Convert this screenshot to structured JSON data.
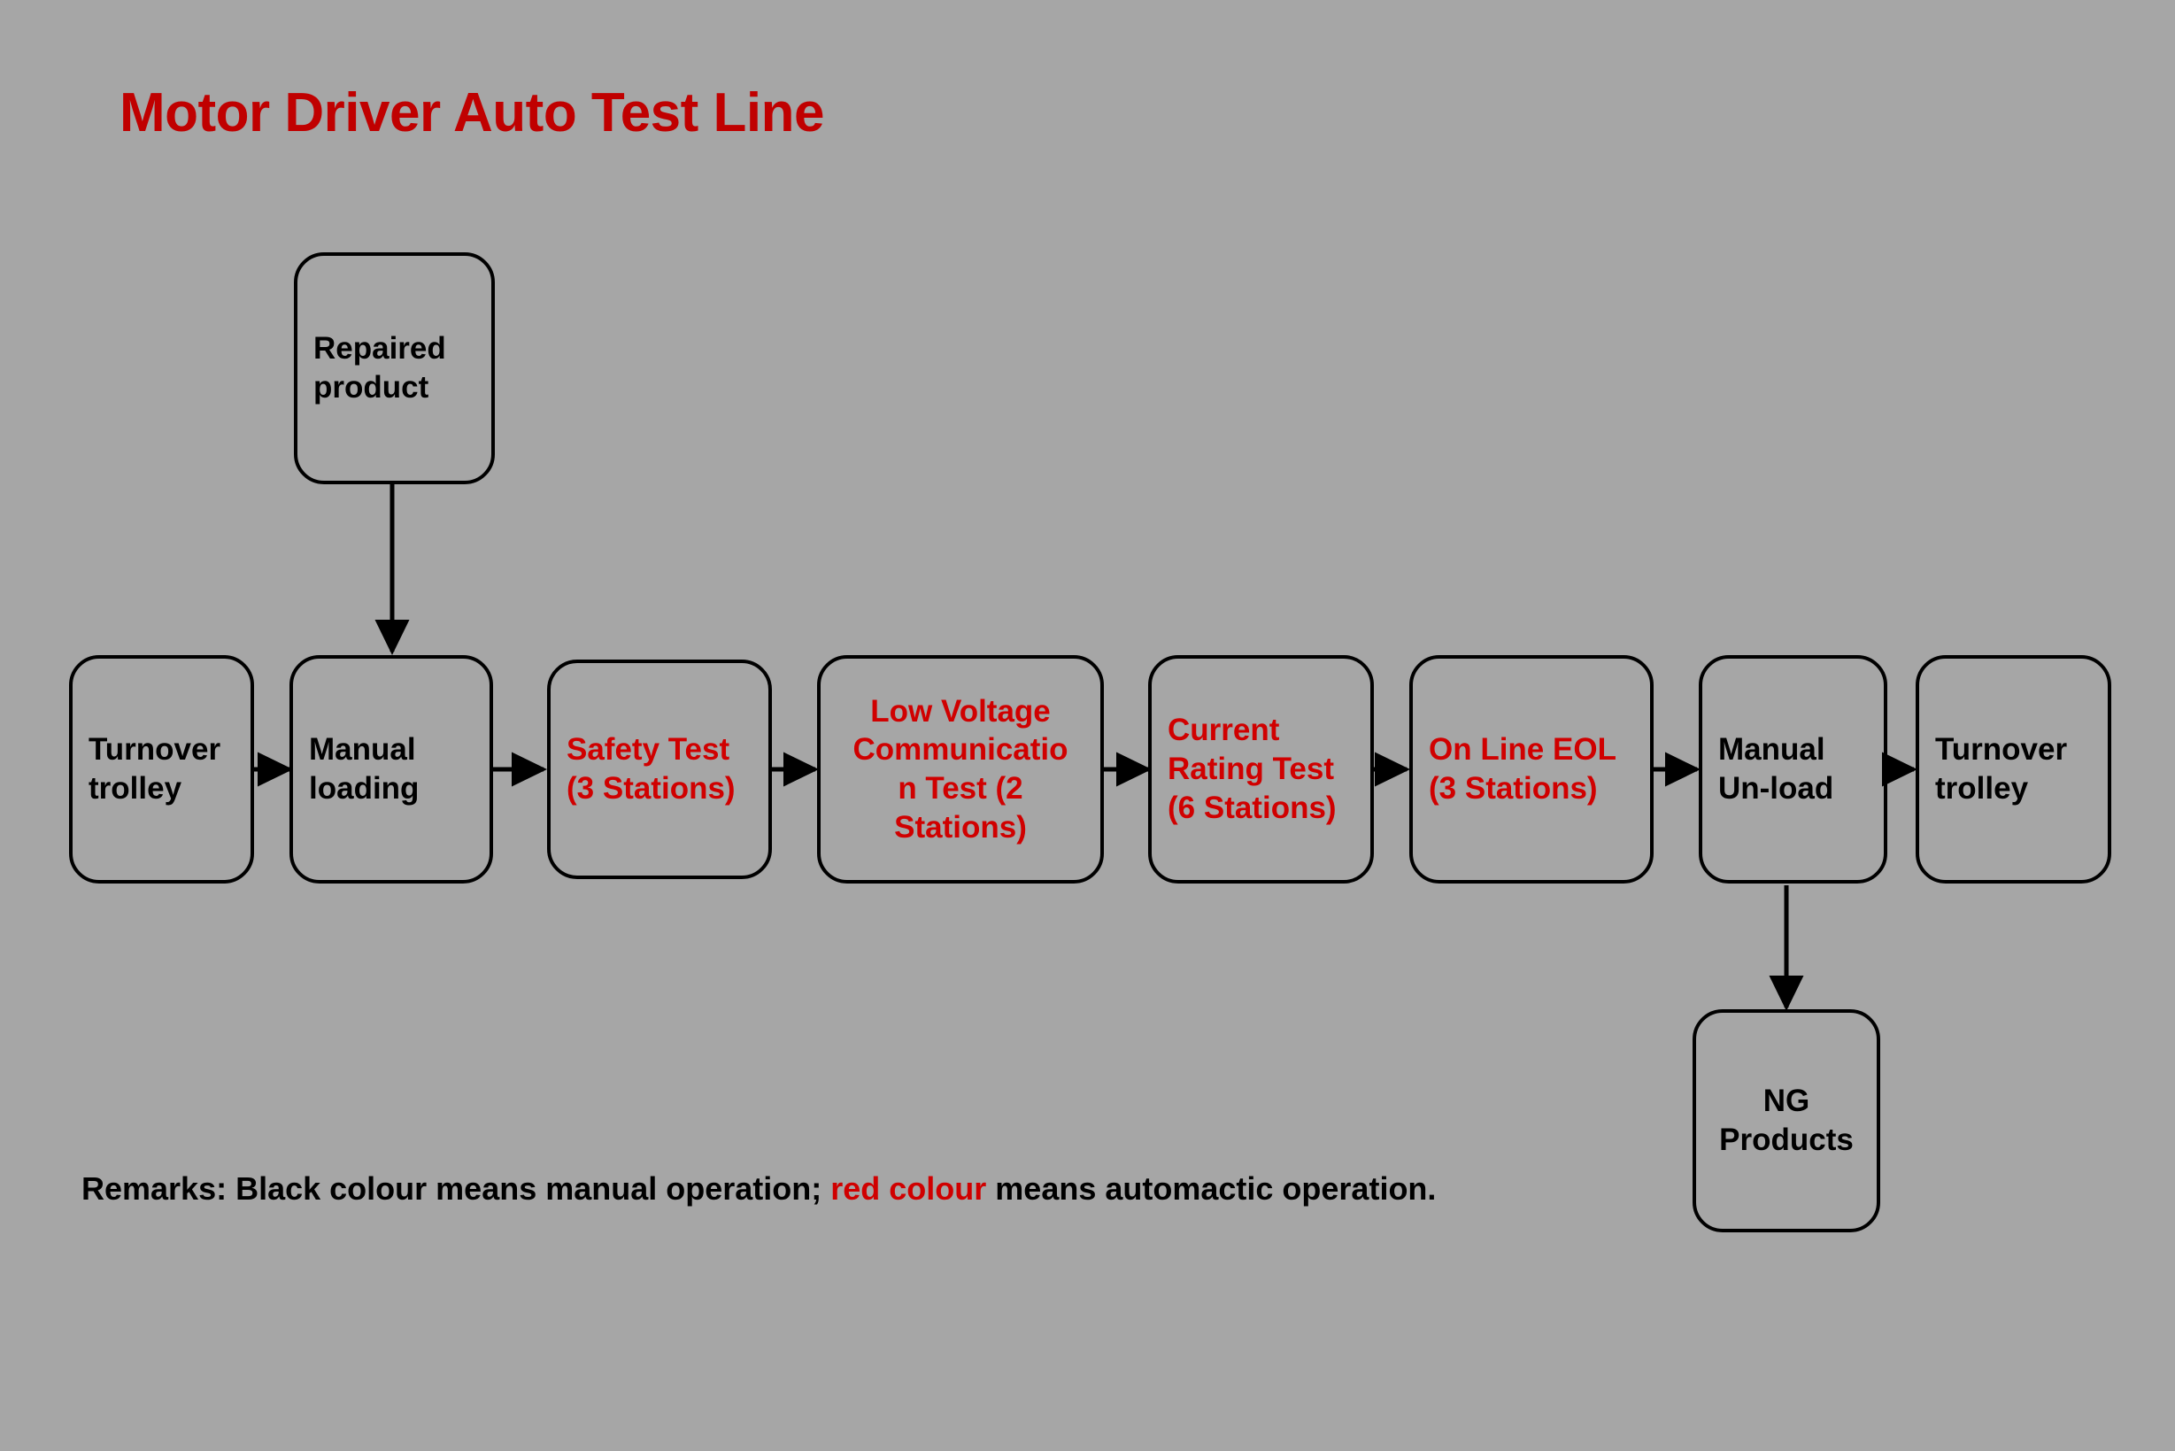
{
  "page": {
    "title": "Motor Driver Auto Test Line",
    "background_color": "#a6a6a6",
    "manual_color": "#000000",
    "auto_color": "#d00000"
  },
  "nodes": {
    "repaired_product": "Repaired\nproduct",
    "turnover_trolley_in": "Turnover\ntrolley",
    "manual_loading": "Manual\nloading",
    "safety_test": "Safety Test\n(3 Stations)",
    "low_voltage_comm_test": "Low Voltage\nCommunicatio\nn Test (2\nStations)",
    "current_rating_test": "Current\nRating Test\n(6 Stations)",
    "on_line_eol": "On Line EOL\n(3 Stations)",
    "manual_unload": "Manual\nUn-load",
    "turnover_trolley_out": "Turnover\ntrolley",
    "ng_products": "NG\nProducts"
  },
  "remarks": {
    "part1": "Remarks: Black colour means manual operation; ",
    "highlight": "red colour",
    "part2": " means automactic operation."
  }
}
